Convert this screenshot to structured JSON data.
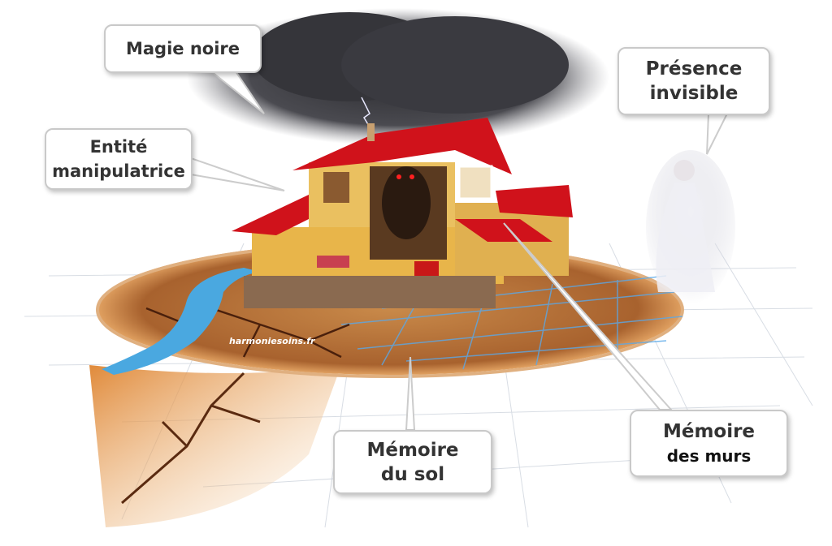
{
  "callouts": {
    "black_magic": {
      "line1": "Magie noire"
    },
    "manipulative_entity": {
      "line1": "Entité",
      "line2": "manipulatrice"
    },
    "invisible_presence": {
      "line1": "Présence",
      "line2": "invisible"
    },
    "ground_memory": {
      "line1": "Mémoire",
      "line2": "du sol"
    },
    "wall_memory": {
      "line1": "Mémoire",
      "line2": "des murs"
    }
  },
  "watermark": "harmoniesoins.fr",
  "colors": {
    "roof": "#d0121b",
    "walls": "#e8b54a",
    "cloud": "#3a3a3f",
    "ground": "#b8733a",
    "water": "#4aa8e0",
    "grid": "#5aa8e8"
  }
}
